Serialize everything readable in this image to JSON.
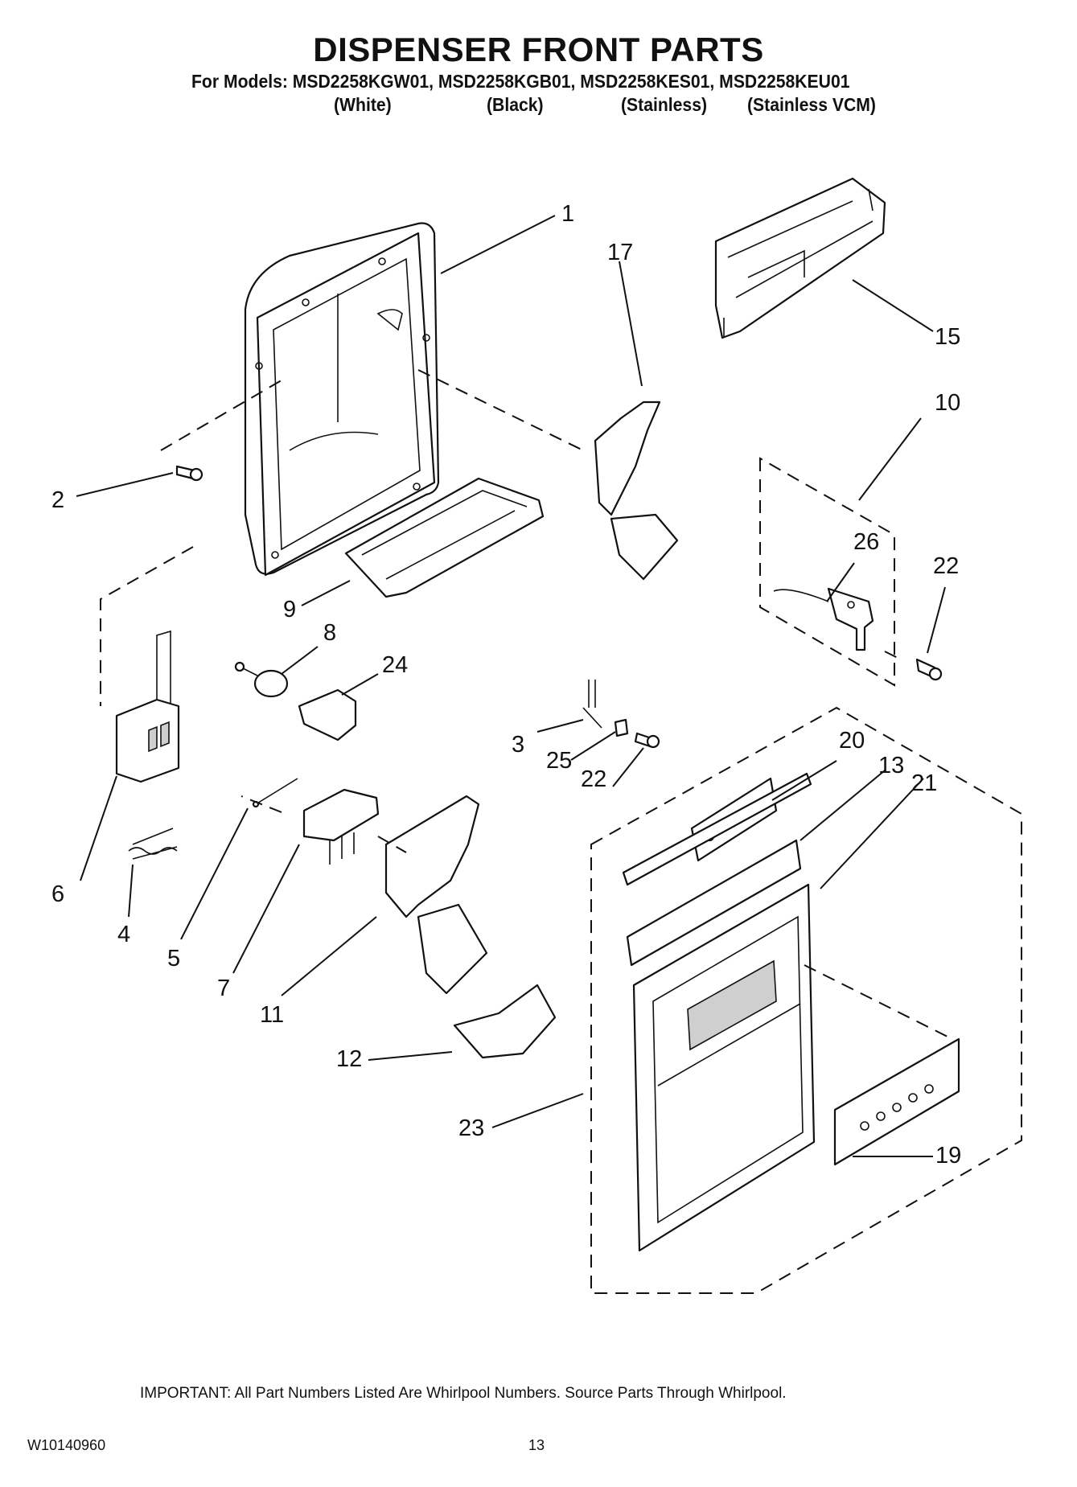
{
  "title": "DISPENSER FRONT PARTS",
  "models_line": "For Models: MSD2258KGW01, MSD2258KGB01, MSD2258KES01, MSD2258KEU01",
  "variants": [
    "(White)",
    "(Black)",
    "(Stainless)",
    "(Stainless VCM)"
  ],
  "callouts": {
    "c1": "1",
    "c17": "17",
    "c15": "15",
    "c10": "10",
    "c2": "2",
    "c26": "26",
    "c22a": "22",
    "c9": "9",
    "c8": "8",
    "c24": "24",
    "c3": "3",
    "c25": "25",
    "c22b": "22",
    "c20": "20",
    "c13": "13",
    "c21": "21",
    "c6": "6",
    "c4": "4",
    "c5": "5",
    "c7": "7",
    "c11": "11",
    "c12": "12",
    "c23": "23",
    "c19": "19"
  },
  "footer": {
    "note": "IMPORTANT: All Part Numbers Listed Are Whirlpool Numbers. Source Parts Through Whirlpool.",
    "doc_id": "W10140960",
    "page": "13"
  }
}
